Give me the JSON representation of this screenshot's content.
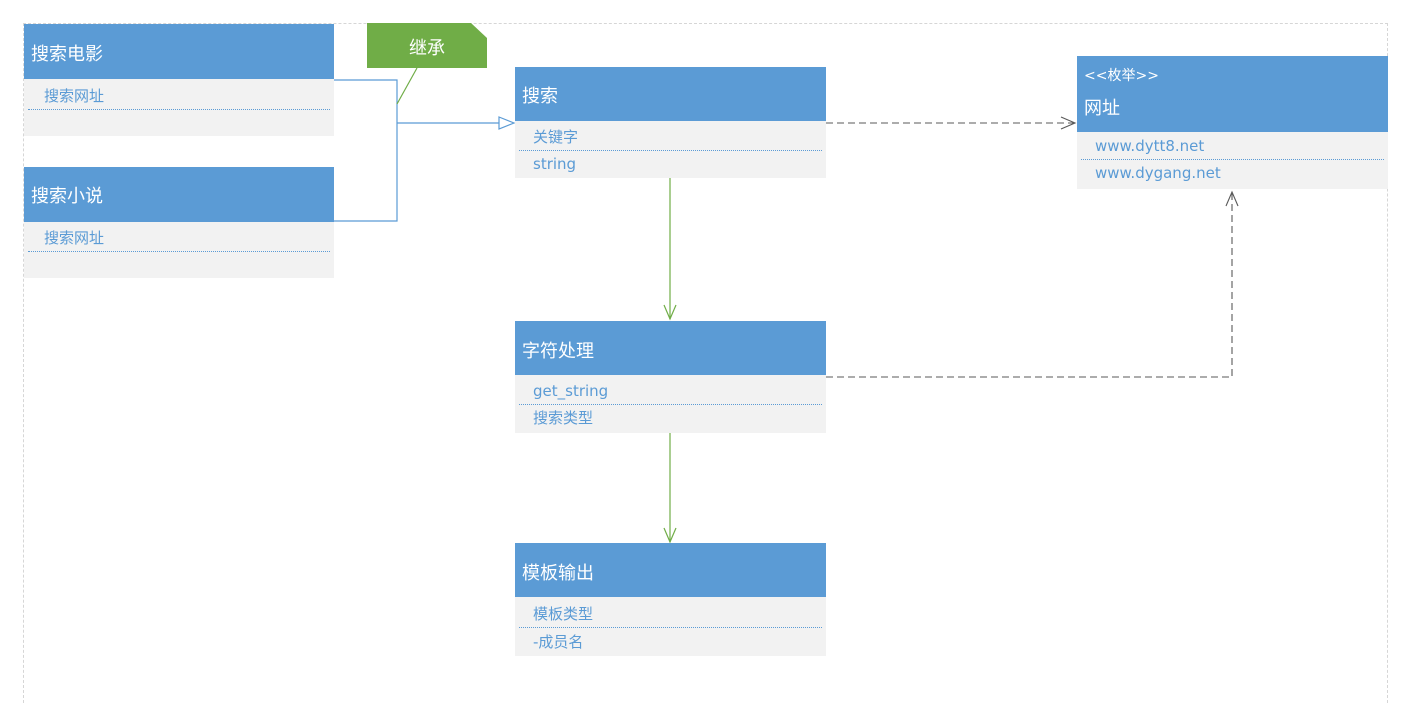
{
  "note": {
    "label": "继承"
  },
  "classes": {
    "movie": {
      "title": "搜索电影",
      "attrs": [
        "搜索网址"
      ]
    },
    "novel": {
      "title": "搜索小说",
      "attrs": [
        "搜索网址"
      ]
    },
    "search": {
      "title": "搜索",
      "attrs": [
        "关键字",
        "string"
      ]
    },
    "url": {
      "stereotype": "<<枚举>>",
      "title": "网址",
      "attrs": [
        "www.dytt8.net",
        "www.dygang.net"
      ]
    },
    "strproc": {
      "title": "字符处理",
      "attrs": [
        "get_string",
        "搜索类型"
      ]
    },
    "template": {
      "title": "模板输出",
      "attrs": [
        "模板类型",
        "-成员名"
      ]
    }
  },
  "colors": {
    "class_header": "#5b9bd5",
    "class_body": "#f2f2f2",
    "note": "#70ad47",
    "inheritance_line": "#5b9bd5",
    "association_line": "#70ad47",
    "dependency_line": "#595959"
  }
}
